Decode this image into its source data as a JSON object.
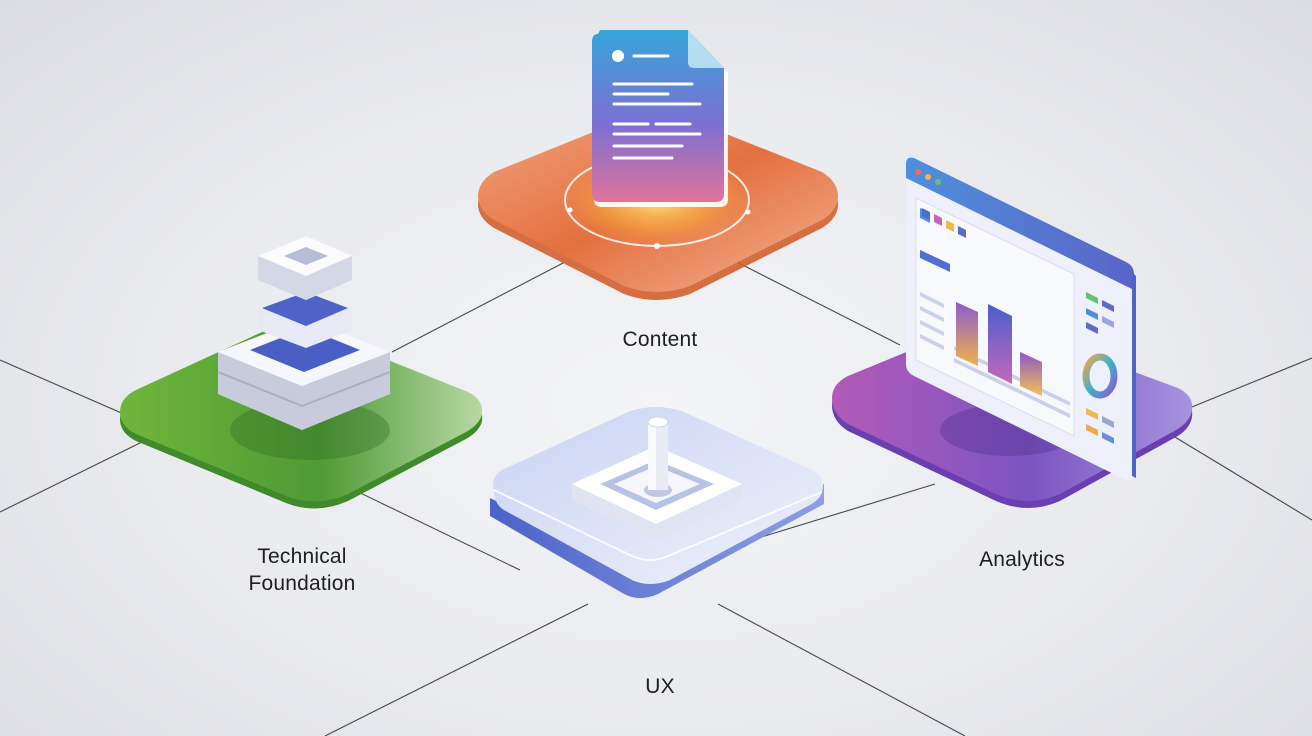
{
  "nodes": {
    "content": {
      "label": "Content",
      "icon": "document-icon",
      "color": "#e06a3c"
    },
    "technical": {
      "label_line1": "Technical",
      "label_line2": "Foundation",
      "icon": "stacked-layers-icon",
      "color": "#5aa33a"
    },
    "ux": {
      "label": "UX",
      "icon": "joystick-icon",
      "color": "#7f95d8"
    },
    "analytics": {
      "label": "Analytics",
      "icon": "dashboard-window-icon",
      "color": "#8a5bc6"
    }
  }
}
